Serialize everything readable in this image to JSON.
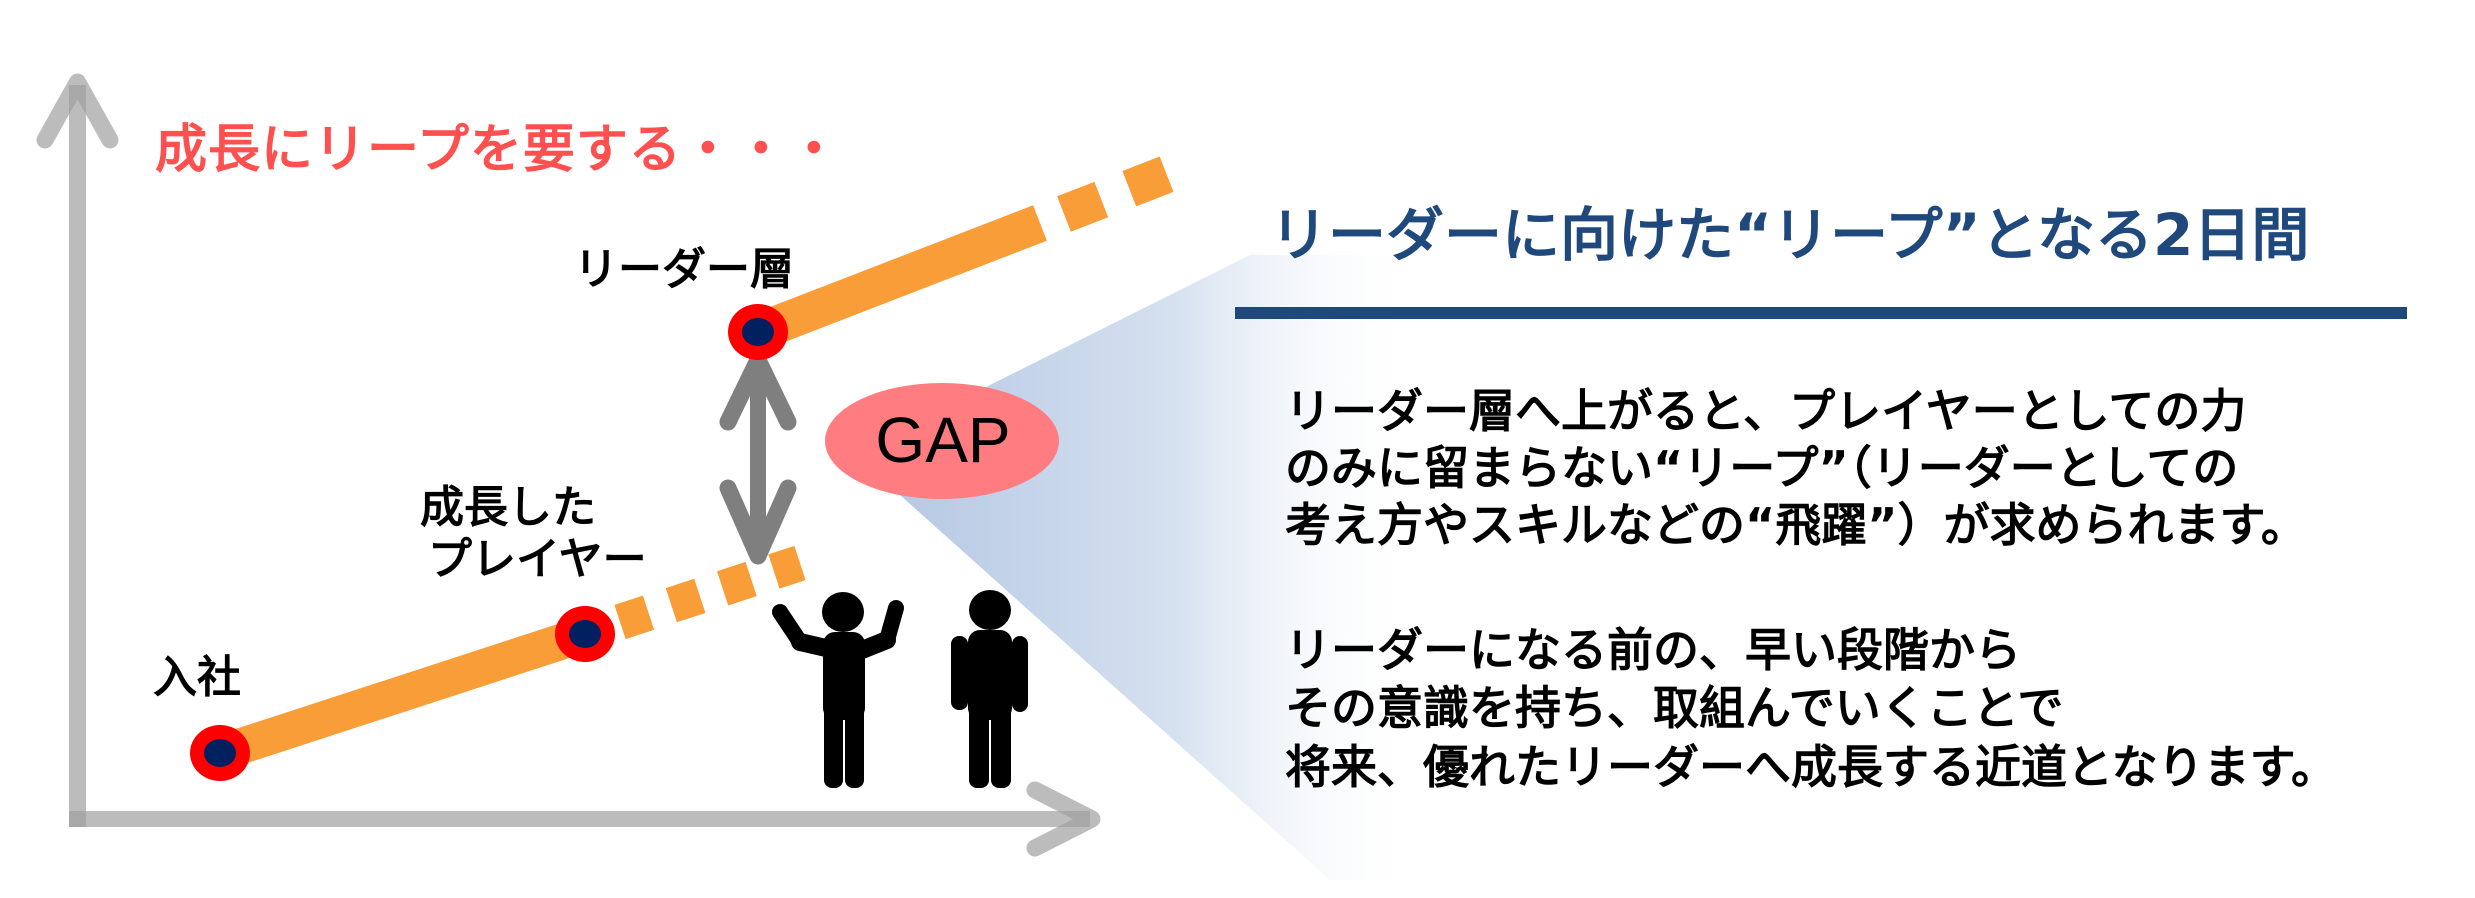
{
  "title_red": "成長にリープを要する・・・",
  "heading": "リーダーに向けた“リープ”となる2日間",
  "diagram": {
    "labels": {
      "leader": "リーダー層",
      "player_line1": "成長した",
      "player_line2": "プレイヤー",
      "join": "入社"
    },
    "gap": "GAP",
    "icons": {
      "y_axis": "arrow-up-icon",
      "x_axis": "arrow-right-icon",
      "gap_arrow": "double-arrow-vertical-icon",
      "person_cheering": "person-arms-raised-icon",
      "person_standing": "person-standing-icon"
    },
    "colors": {
      "growth_line": "#f99d38",
      "node_ring": "#ff0000",
      "node_core": "#002060",
      "axis": "#bfbfbf",
      "gap_arrow": "#7f7f7f",
      "gap_bubble": "#ff7c80",
      "wedge": "#b4c7e3",
      "heading": "#1f497d",
      "title_red": "#ff5050"
    }
  },
  "body": {
    "paragraph1": [
      "リーダー層へ上がると、プレイヤーとしての力",
      "のみに留まらない“リープ”（リーダーとしての",
      "考え方やスキルなどの“飛躍”）が求められます。"
    ],
    "paragraph2": [
      "リーダーになる前の、早い段階から",
      "その意識を持ち、取組んでいくことで",
      "将来、優れたリーダーへ成長する近道となります。"
    ]
  }
}
